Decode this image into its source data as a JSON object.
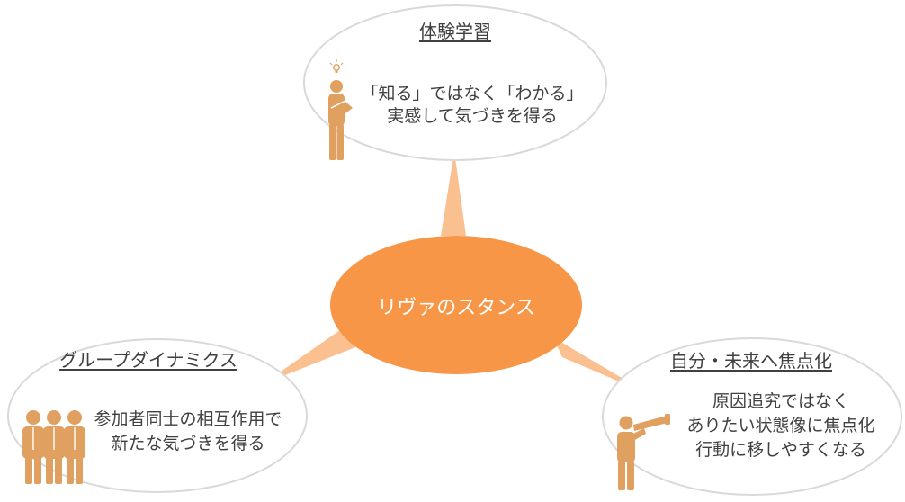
{
  "center": {
    "label": "リヴァのスタンス"
  },
  "nodes": [
    {
      "id": "top",
      "title": "体験学習",
      "lines": [
        "「知る」ではなく「わかる」",
        "実感して気づきを得る"
      ]
    },
    {
      "id": "left",
      "title": "グループダイナミクス",
      "lines": [
        "参加者同士の相互作用で",
        "新たな気づきを得る"
      ]
    },
    {
      "id": "right",
      "title": "自分・未来へ焦点化",
      "lines": [
        "原因追究ではなく",
        "ありたい状態像に焦点化",
        "行動に移しやすくなる"
      ]
    }
  ],
  "colors": {
    "center_fill": "#F79646",
    "spike_fill": "#FAC090",
    "figure_fill": "#E0A060",
    "ellipse_stroke": "#D9D9D9",
    "text": "#404040"
  },
  "icons": [
    "thinking-person-icon",
    "group-of-people-icon",
    "person-with-telescope-icon"
  ]
}
